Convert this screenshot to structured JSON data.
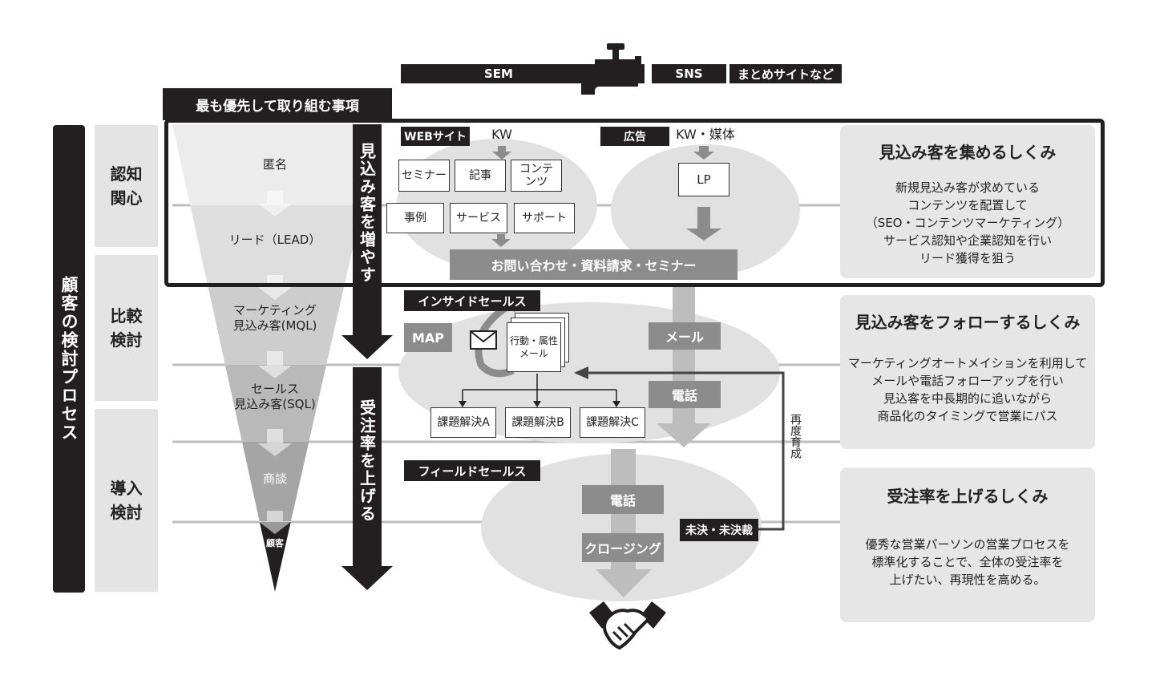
{
  "channels": {
    "sem": "SEM",
    "sns": "SNS",
    "matome": "まとめサイトなど"
  },
  "priority_label": "最も優先して取り組む事項",
  "process_title": "顧客の検討プロセス",
  "stages": [
    "認知\n関心",
    "比較\n検討",
    "導入\n検討"
  ],
  "funnel": {
    "anonymous": "匿名",
    "lead": "リード（LEAD）",
    "mql": "マーケティング\n見込み客(MQL)",
    "sql": "セールス\n見込み客(SQL)",
    "negotiation": "商談",
    "customer": "顧客"
  },
  "arrows": {
    "increase": "見込み客を増やす",
    "close_rate": "受注率を上げる"
  },
  "acquisition": {
    "web_label": "WEBサイト",
    "kw": "KW",
    "ad_label": "広告",
    "kw_media": "KW・媒体",
    "docs": [
      "セミナー",
      "記事",
      "コンテ\nンツ",
      "事例",
      "サービス",
      "サポート"
    ],
    "lp": "LP",
    "inquiry": "お問い合わせ・資料請求・セミナー"
  },
  "inside_sales": {
    "label": "インサイドセールス",
    "map": "MAP",
    "behavior": "行動・属性\nメール",
    "solutions": [
      "課題解決A",
      "課題解決B",
      "課題解決C"
    ],
    "mail": "メール",
    "phone": "電話",
    "nurture": "再度育成"
  },
  "field_sales": {
    "label": "フィールドセールス",
    "phone": "電話",
    "closing": "クロージング",
    "pending": "未決・未決裁"
  },
  "panels": [
    {
      "title": "見込み客を集めるしくみ",
      "text": "新規見込み客が求めている\nコンテンツを配置して\n（SEO・コンテンツマーケティング）\nサービス認知や企業認知を行い\nリード獲得を狙う"
    },
    {
      "title": "見込み客をフォローするしくみ",
      "text": "マーケティングオートメイションを利用して\nメールや電話フォローアップを行い\n見込客を中長期的に追いながら\n商品化のタイミングで営業にパス"
    },
    {
      "title": "受注率を上げるしくみ",
      "text": "優秀な営業パーソンの営業プロセスを\n標準化することで、全体の受注率を\n上げたい、再現性を高める。"
    }
  ],
  "colors": {
    "dark": "#231f20",
    "gray": "#8c8c8c",
    "light": "#e4e4e4"
  }
}
